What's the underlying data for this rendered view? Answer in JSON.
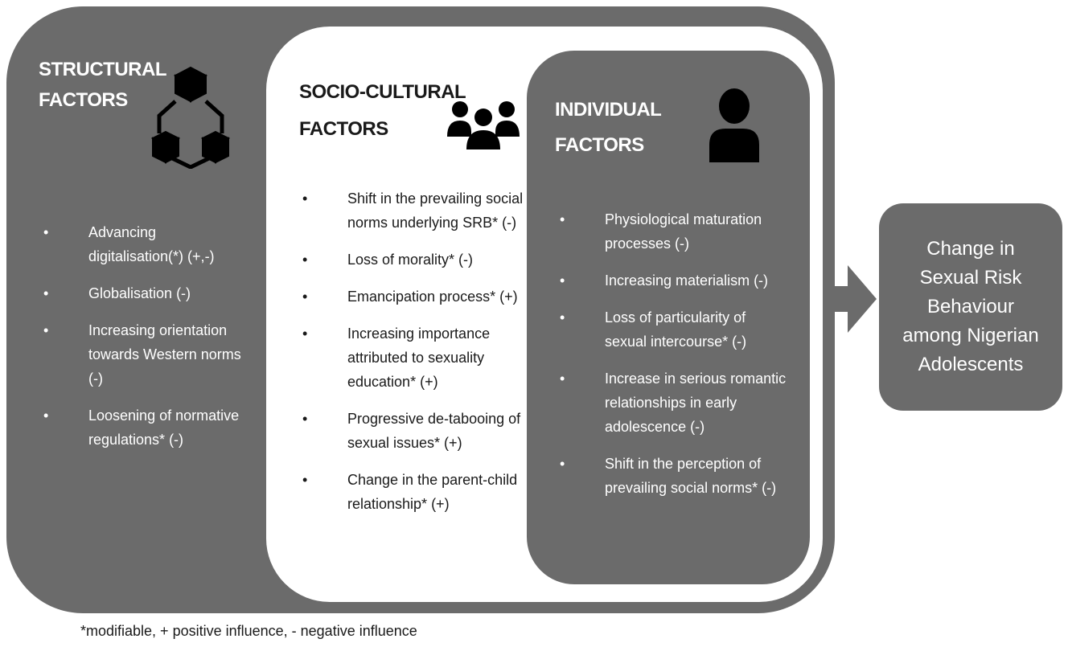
{
  "structural": {
    "title_line1": "STRUCTURAL",
    "title_line2": "FACTORS",
    "icon": "network-cubes-icon",
    "items": [
      "Advancing digitalisation(*) (+,-)",
      "Globalisation (-)",
      "Increasing orientation towards Western norms (-)",
      "Loosening of normative regulations* (-)"
    ]
  },
  "sociocultural": {
    "title_line1": "SOCIO-CULTURAL",
    "title_line2": "FACTORS",
    "icon": "group-icon",
    "items": [
      "Shift in the prevailing social norms underlying SRB* (-)",
      "Loss of morality* (-)",
      "Emancipation process* (+)",
      "Increasing importance attributed to sexuality education* (+)",
      "Progressive de-tabooing of sexual issues* (+)",
      "Change in the parent-child relationship* (+)"
    ]
  },
  "individual": {
    "title_line1": "INDIVIDUAL",
    "title_line2": "FACTORS",
    "icon": "person-icon",
    "items": [
      "Physiological maturation processes (-)",
      "Increasing materialism (-)",
      "Loss of particularity of sexual intercourse* (-)",
      "Increase in serious romantic relationships in early adolescence (-)",
      "Shift in the perception of prevailing social norms* (-)"
    ]
  },
  "outcome": {
    "label": "Change in Sexual Risk Behaviour among Nigerian Adolescents",
    "arrow_icon": "arrow-right-icon"
  },
  "footnote": "*modifiable, + positive influence, - negative influence",
  "colors": {
    "box_gray": "#6b6b6b",
    "text_dark": "#1a1a1a",
    "text_light": "#ffffff"
  }
}
